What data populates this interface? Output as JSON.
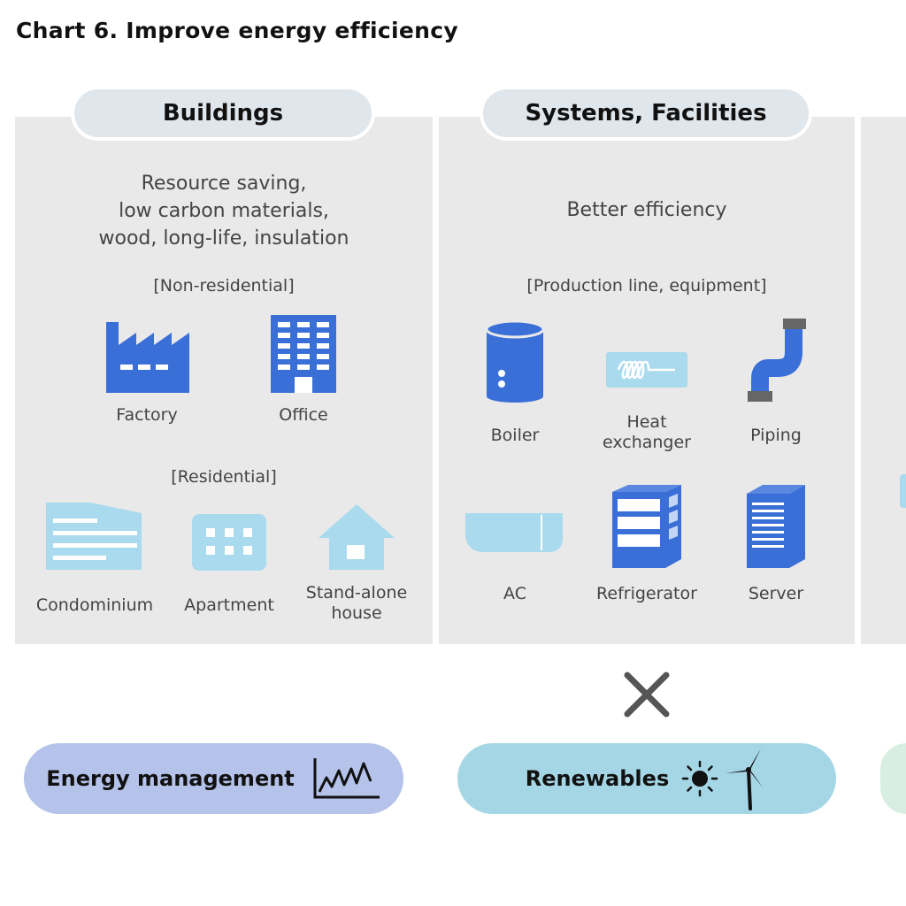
{
  "title": "Chart 6. Improve energy efficiency",
  "buildings": {
    "heading": "Buildings",
    "description": [
      "Resource saving,",
      "low carbon materials,",
      "wood, long-life, insulation"
    ],
    "nonresidential_label": "[Non-residential]",
    "nonresidential_items": [
      "Factory",
      "Office"
    ],
    "residential_label": "[Residential]",
    "residential_items": [
      "Condominium",
      "Apartment",
      "Stand-alone",
      "house"
    ]
  },
  "systems": {
    "heading": "Systems, Facilities",
    "description": "Better efficiency",
    "production_label": "[Production line, equipment]",
    "items": [
      "Boiler",
      "Heat",
      "exchanger",
      "Piping",
      "AC",
      "Refrigerator",
      "Server"
    ]
  },
  "operator": "×",
  "bottom": {
    "energy_management": "Energy management",
    "renewables": "Renewables"
  },
  "colors": {
    "dark_blue": "#3a6fd8",
    "light_blue": "#a9daed",
    "panel_gray": "#e9e9e9",
    "energy_pill": "#b5c3ea",
    "renew_pill": "#a5d6e6"
  },
  "icons": [
    "factory-icon",
    "office-icon",
    "condominium-icon",
    "apartment-icon",
    "house-icon",
    "boiler-icon",
    "heat-exchanger-icon",
    "piping-icon",
    "ac-icon",
    "refrigerator-icon",
    "server-icon",
    "chart-line-icon",
    "sun-icon",
    "wind-turbine-icon"
  ]
}
